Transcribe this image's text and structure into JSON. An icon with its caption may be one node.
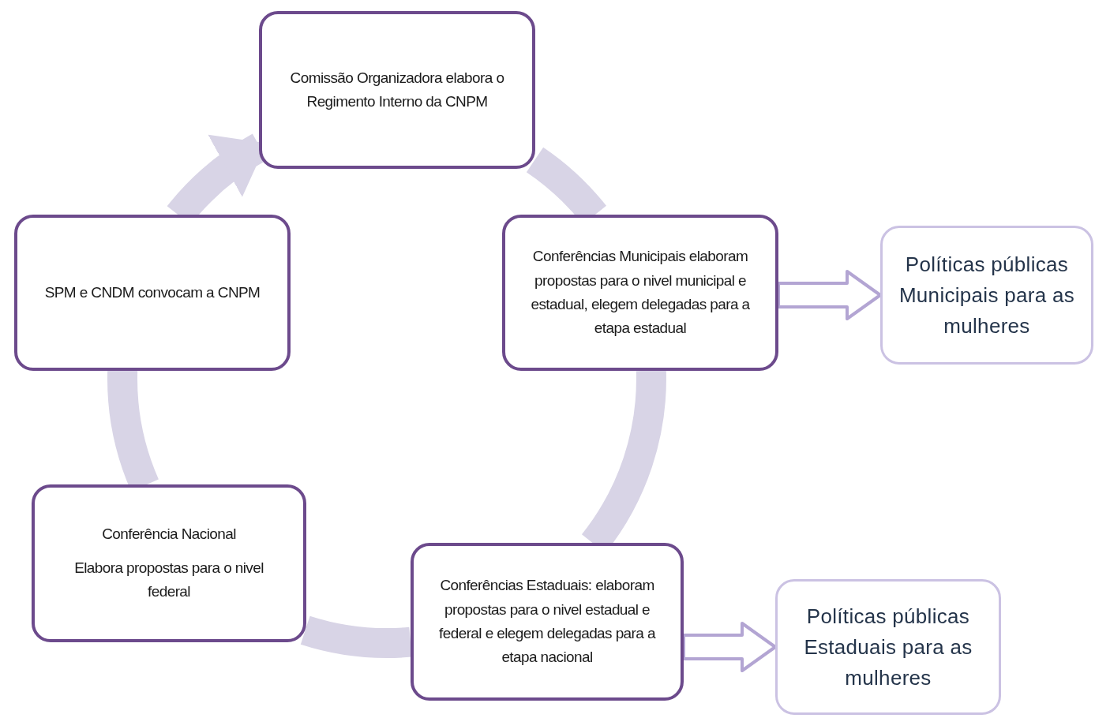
{
  "diagram": {
    "nodes": [
      {
        "text": [
          "Comissão Organizadora elabora o Regimento Interno da CNPM"
        ]
      },
      {
        "text": [
          "SPM e CNDM convocam a CNPM"
        ]
      },
      {
        "text": [
          "Conferências Municipais elaboram propostas para o nivel municipal e estadual, elegem delegadas para a etapa estadual"
        ]
      },
      {
        "text": [
          "Políticas públicas Municipais para as mulheres"
        ]
      },
      {
        "text": [
          "Conferência Nacional",
          "Elabora propostas para o nivel federal"
        ]
      },
      {
        "text": [
          "Conferências Estaduais: elaboram propostas para o nivel estadual e federal e elegem delegadas para a etapa nacional"
        ]
      },
      {
        "text": [
          "Políticas públicas Estaduais para as mulheres"
        ]
      }
    ],
    "edges": [
      {
        "from": 0,
        "to": 2,
        "arrow": "none"
      },
      {
        "from": 2,
        "to": 5,
        "arrow": "none"
      },
      {
        "from": 5,
        "to": 4,
        "arrow": "none"
      },
      {
        "from": 4,
        "to": 1,
        "arrow": "none"
      },
      {
        "from": 1,
        "to": 0,
        "arrow": "to"
      },
      {
        "from": 2,
        "to": 3,
        "arrow": "to"
      },
      {
        "from": 5,
        "to": 6,
        "arrow": "to"
      }
    ]
  }
}
